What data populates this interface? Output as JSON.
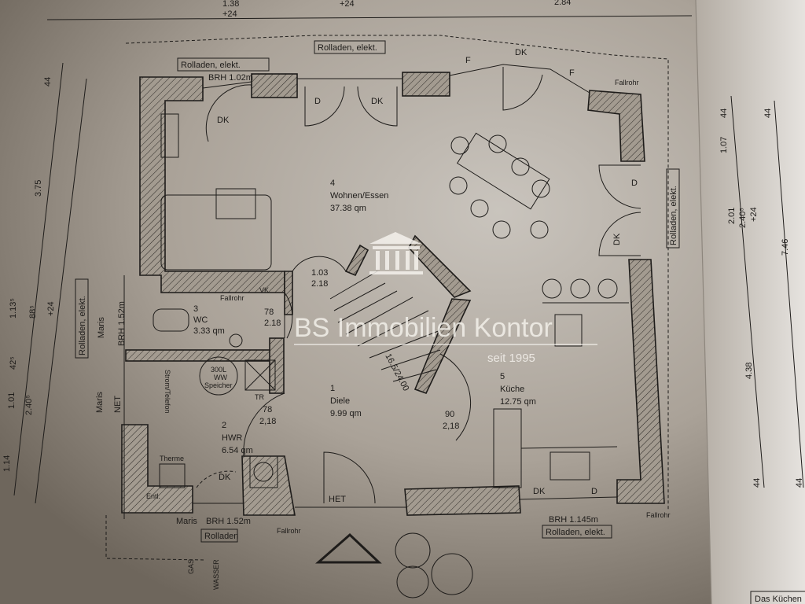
{
  "watermark": {
    "name": "BS Immobilien Kontor",
    "since": "seit 1995"
  },
  "top_dims": [
    "1.38",
    "+24",
    "+24",
    "2.84"
  ],
  "window_labels": {
    "top_left_box": "Rolladen, elekt.",
    "top_left_brh": "BRH 1.02m",
    "top_center_box": "Rolladen, elekt.",
    "right_box": "Rolladen, elekt.",
    "left_box": "Rolladen, elekt.",
    "left_maris": "Maris",
    "left_brh": "BRH 1.52m",
    "left_maris2": "Maris",
    "left_net": "NET",
    "bottom_left_maris": "Maris",
    "bottom_left_brh": "BRH 1.52m",
    "bottom_left_box": "Rolladen",
    "bottom_right_brh": "BRH 1.145m",
    "bottom_right_box": "Rolladen, elekt."
  },
  "rooms": [
    {
      "number": "4",
      "name": "Wohnen/Essen",
      "area": "37.38 qm"
    },
    {
      "number": "3",
      "name": "WC",
      "area": "3.33 qm"
    },
    {
      "number": "2",
      "name": "HWR",
      "area": "6.54 qm"
    },
    {
      "number": "1",
      "name": "Diele",
      "area": "9.99 qm"
    },
    {
      "number": "5",
      "name": "Küche",
      "area": "12.75 qm"
    }
  ],
  "door_labels": {
    "dk_top_left": "DK",
    "d_top": "D",
    "dk_top": "DK",
    "dk_bay": "DK",
    "f1": "F",
    "f2": "F",
    "d_right": "D",
    "dk_right": "DK",
    "dk_hwr": "DK",
    "het": "HET",
    "dk_kitchen": "DK",
    "d_kitchen": "D",
    "vk": "VK",
    "tr": "TR"
  },
  "openings": [
    {
      "w": "1.03",
      "h": "2.18"
    },
    {
      "w": "78",
      "h": "2.18"
    },
    {
      "w": "78",
      "h": "2,18"
    },
    {
      "w": "90",
      "h": "2,18"
    }
  ],
  "stairs": "16.5/24.00",
  "fixtures": {
    "fallrohr": "Fallrohr",
    "speicher": [
      "300L",
      "WW",
      "Speicher"
    ],
    "strom": "Strom/Telefon",
    "therme": "Therme",
    "entl": "Entl.",
    "gas": "GAS",
    "wasser": "WASSER"
  },
  "left_dims": [
    "44",
    "3.75",
    "1.13⁵",
    "88⁵",
    "+24",
    "42⁵",
    "1.01",
    "2.40⁵",
    "1.14"
  ],
  "right_dims": {
    "col1": [
      "44",
      "1.07",
      "2.01",
      "2.40⁵",
      "+24",
      "4.38",
      "44"
    ],
    "col2": [
      "44",
      "7.46",
      "44"
    ]
  },
  "note": "Das Küchen"
}
